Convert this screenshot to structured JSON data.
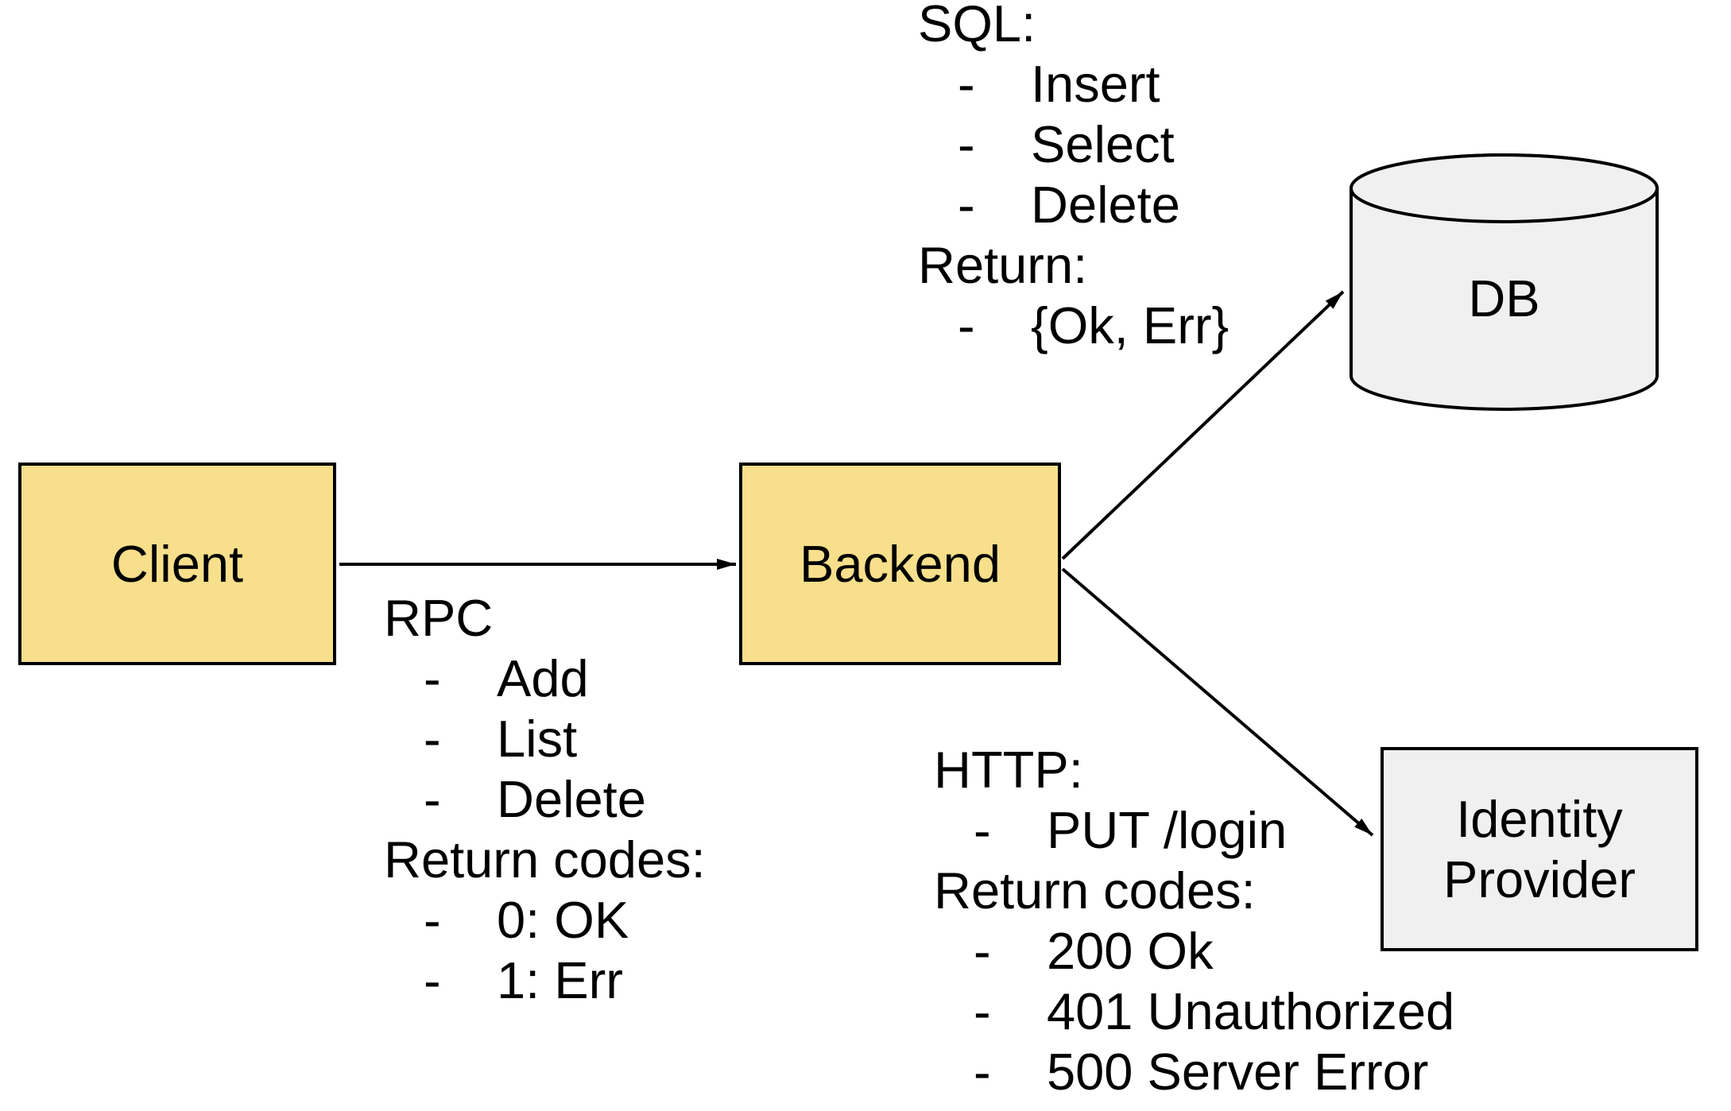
{
  "diagram": {
    "background_color": "#ffffff",
    "stroke_color": "#000000",
    "nodes": {
      "client": {
        "label": "Client",
        "fill": "#F7DF8B",
        "shape": "rectangle"
      },
      "backend": {
        "label": "Backend",
        "fill": "#F7DF8B",
        "shape": "rectangle"
      },
      "db": {
        "label": "DB",
        "fill": "#F0F0F0",
        "shape": "cylinder"
      },
      "identity_provider": {
        "label": "Identity Provider",
        "fill": "#F0F0F0",
        "shape": "rectangle"
      }
    },
    "edges": [
      {
        "from": "client",
        "to": "backend"
      },
      {
        "from": "backend",
        "to": "db"
      },
      {
        "from": "backend",
        "to": "identity_provider"
      }
    ]
  },
  "bullet_char": "-",
  "annotations": {
    "rpc": {
      "title": "RPC",
      "items": [
        "Add",
        "List",
        "Delete"
      ],
      "return_title": "Return codes:",
      "return_items": [
        "0: OK",
        "1: Err"
      ]
    },
    "sql": {
      "title": "SQL:",
      "items": [
        "Insert",
        "Select",
        "Delete"
      ],
      "return_title": "Return:",
      "return_items": [
        "{Ok, Err}"
      ]
    },
    "http": {
      "title": "HTTP:",
      "items": [
        "PUT /login"
      ],
      "return_title": "Return codes:",
      "return_items": [
        "200 Ok",
        "401 Unauthorized",
        "500 Server Error"
      ]
    }
  }
}
